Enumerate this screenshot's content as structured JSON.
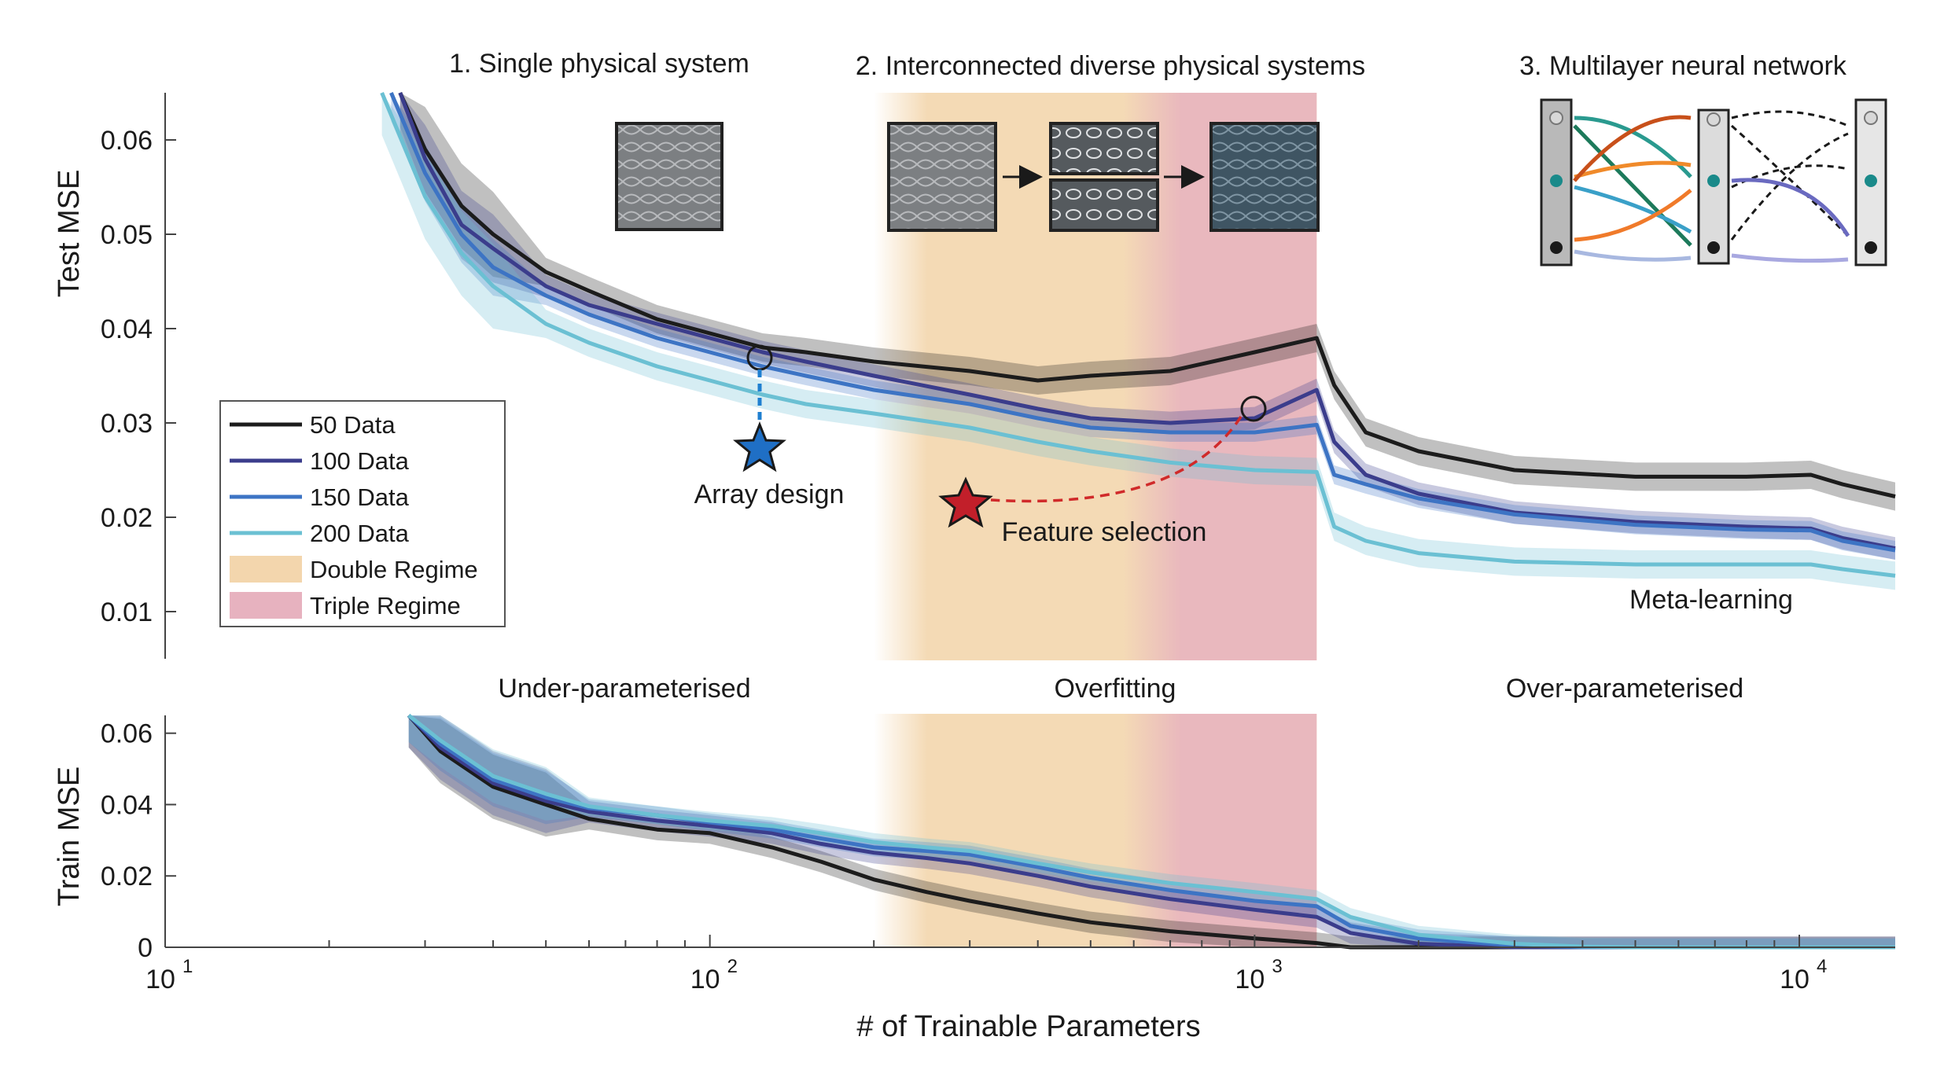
{
  "chart_data": [
    {
      "type": "line",
      "panel": "top",
      "ylabel": "Test MSE",
      "xlabel": "",
      "xscale": "log",
      "xlim": [
        10,
        15000
      ],
      "ylim": [
        0.005,
        0.065
      ],
      "yticks": [
        0.01,
        0.02,
        0.03,
        0.04,
        0.05,
        0.06
      ],
      "ytick_labels": [
        "0.01",
        "0.02",
        "0.03",
        "0.04",
        "0.05",
        "0.06"
      ],
      "grid": false,
      "regimes": [
        {
          "name": "Double Regime",
          "x_start": 200,
          "x_end": 1300,
          "color": "#f3d6ad"
        },
        {
          "name": "Triple Regime",
          "x_start": 700,
          "x_end": 1300,
          "color": "#e7b2bf"
        }
      ],
      "series": [
        {
          "name": "50 Data",
          "color": "#1c1c1c",
          "x": [
            27,
            30,
            35,
            40,
            50,
            60,
            80,
            100,
            125,
            150,
            200,
            300,
            400,
            500,
            700,
            1000,
            1300,
            1400,
            1600,
            2000,
            3000,
            5000,
            8000,
            10500,
            12000,
            15000
          ],
          "y": [
            0.065,
            0.059,
            0.053,
            0.05,
            0.046,
            0.044,
            0.041,
            0.0395,
            0.038,
            0.0375,
            0.0365,
            0.0355,
            0.0345,
            0.035,
            0.0355,
            0.0375,
            0.039,
            0.034,
            0.029,
            0.027,
            0.025,
            0.0243,
            0.0243,
            0.0245,
            0.0235,
            0.0222
          ],
          "band": 0.0015
        },
        {
          "name": "100 Data",
          "color": "#3b3d8c",
          "x": [
            27,
            30,
            35,
            40,
            50,
            60,
            80,
            100,
            125,
            150,
            200,
            300,
            400,
            500,
            700,
            1000,
            1300,
            1400,
            1600,
            2000,
            3000,
            5000,
            8000,
            10500,
            12000,
            15000
          ],
          "y": [
            0.065,
            0.058,
            0.051,
            0.0485,
            0.0445,
            0.0425,
            0.0405,
            0.039,
            0.0375,
            0.0365,
            0.035,
            0.033,
            0.0315,
            0.0305,
            0.03,
            0.0305,
            0.0335,
            0.028,
            0.0245,
            0.0225,
            0.0205,
            0.0195,
            0.019,
            0.0188,
            0.0178,
            0.0167
          ],
          "band": 0.0012
        },
        {
          "name": "150 Data",
          "color": "#3d74c4",
          "x": [
            26,
            30,
            35,
            40,
            50,
            60,
            80,
            100,
            125,
            150,
            200,
            300,
            400,
            500,
            700,
            1000,
            1300,
            1400,
            1600,
            2000,
            3000,
            5000,
            8000,
            10500,
            12000,
            15000
          ],
          "y": [
            0.065,
            0.0565,
            0.05,
            0.0465,
            0.0435,
            0.0415,
            0.039,
            0.0375,
            0.036,
            0.035,
            0.0335,
            0.032,
            0.0305,
            0.0295,
            0.029,
            0.029,
            0.0298,
            0.0245,
            0.0235,
            0.022,
            0.0203,
            0.0192,
            0.0187,
            0.0186,
            0.0175,
            0.0165
          ],
          "band": 0.001
        },
        {
          "name": "200 Data",
          "color": "#6bc0d3",
          "x": [
            25,
            30,
            35,
            40,
            50,
            60,
            80,
            100,
            125,
            150,
            200,
            300,
            400,
            500,
            700,
            1000,
            1300,
            1400,
            1600,
            2000,
            3000,
            5000,
            8000,
            10500,
            12000,
            15000
          ],
          "y": [
            0.065,
            0.054,
            0.048,
            0.0445,
            0.0405,
            0.0385,
            0.036,
            0.0345,
            0.033,
            0.032,
            0.031,
            0.0295,
            0.028,
            0.027,
            0.0258,
            0.025,
            0.0248,
            0.019,
            0.0175,
            0.0162,
            0.0153,
            0.015,
            0.015,
            0.015,
            0.0145,
            0.0138
          ],
          "band": 0.0015
        }
      ],
      "annotations": [
        {
          "text": "Array design",
          "x": 120,
          "y": 0.0275,
          "marker": "blue star"
        },
        {
          "text": "Feature selection",
          "x": 300,
          "y": 0.0215,
          "marker": "red star"
        },
        {
          "text": "Meta-learning"
        }
      ],
      "panel_titles": [
        "1. Single physical system",
        "2. Interconnected diverse physical systems",
        "3. Multilayer neural network"
      ],
      "legend": {
        "placement": "left",
        "entries": [
          "50 Data",
          "100 Data",
          "150 Data",
          "200 Data",
          "Double Regime",
          "Triple Regime"
        ]
      }
    },
    {
      "type": "line",
      "panel": "bottom",
      "ylabel": "Train MSE",
      "xlabel": "# of Trainable Parameters",
      "xscale": "log",
      "xlim": [
        10,
        15000
      ],
      "ylim": [
        0,
        0.065
      ],
      "yticks": [
        0,
        0.02,
        0.04,
        0.06
      ],
      "ytick_labels": [
        "0",
        "0.02",
        "0.04",
        "0.06"
      ],
      "xticks": [
        10,
        100,
        1000,
        10000
      ],
      "xtick_labels": [
        {
          "base": "10",
          "exp": "1"
        },
        {
          "base": "10",
          "exp": "2"
        },
        {
          "base": "10",
          "exp": "3"
        },
        {
          "base": "10",
          "exp": "4"
        }
      ],
      "regime_labels": [
        "Under-parameterised",
        "Overfitting",
        "Over-parameterised"
      ],
      "series": [
        {
          "name": "50 Data",
          "color": "#1c1c1c",
          "x": [
            28,
            32,
            40,
            50,
            60,
            80,
            100,
            130,
            160,
            200,
            250,
            300,
            400,
            500,
            700,
            1000,
            1300,
            1500,
            2000,
            15000
          ],
          "y": [
            0.065,
            0.055,
            0.045,
            0.04,
            0.036,
            0.033,
            0.032,
            0.028,
            0.024,
            0.019,
            0.0155,
            0.013,
            0.0095,
            0.007,
            0.0045,
            0.0025,
            0.0012,
            0.0,
            0.0,
            0.0
          ],
          "band": 0.003
        },
        {
          "name": "100 Data",
          "color": "#3b3d8c",
          "x": [
            28,
            32,
            40,
            50,
            60,
            80,
            100,
            130,
            160,
            200,
            250,
            300,
            400,
            500,
            700,
            1000,
            1300,
            1500,
            2000,
            3000,
            15000
          ],
          "y": [
            0.065,
            0.056,
            0.046,
            0.041,
            0.038,
            0.0355,
            0.034,
            0.032,
            0.029,
            0.0265,
            0.025,
            0.0235,
            0.02,
            0.017,
            0.0135,
            0.0105,
            0.0085,
            0.004,
            0.001,
            0.0,
            0.0
          ],
          "band": 0.003
        },
        {
          "name": "150 Data",
          "color": "#3d74c4",
          "x": [
            28,
            32,
            40,
            50,
            60,
            80,
            100,
            130,
            160,
            200,
            250,
            300,
            400,
            500,
            700,
            1000,
            1300,
            1500,
            2000,
            3000,
            4000,
            15000
          ],
          "y": [
            0.065,
            0.057,
            0.047,
            0.042,
            0.039,
            0.037,
            0.035,
            0.033,
            0.0305,
            0.028,
            0.027,
            0.026,
            0.0225,
            0.0195,
            0.016,
            0.013,
            0.0115,
            0.006,
            0.0025,
            0.0005,
            0.0,
            0.0
          ],
          "band": 0.0025
        },
        {
          "name": "200 Data",
          "color": "#6bc0d3",
          "x": [
            28,
            32,
            40,
            50,
            60,
            80,
            100,
            130,
            160,
            200,
            250,
            300,
            400,
            500,
            700,
            1000,
            1300,
            1500,
            2000,
            3000,
            4000,
            5000,
            15000
          ],
          "y": [
            0.065,
            0.058,
            0.048,
            0.043,
            0.0395,
            0.037,
            0.0355,
            0.034,
            0.032,
            0.0295,
            0.028,
            0.027,
            0.0235,
            0.021,
            0.018,
            0.0155,
            0.0135,
            0.0085,
            0.0035,
            0.001,
            0.0002,
            0.0,
            0.0
          ],
          "band": 0.0025
        }
      ]
    }
  ]
}
